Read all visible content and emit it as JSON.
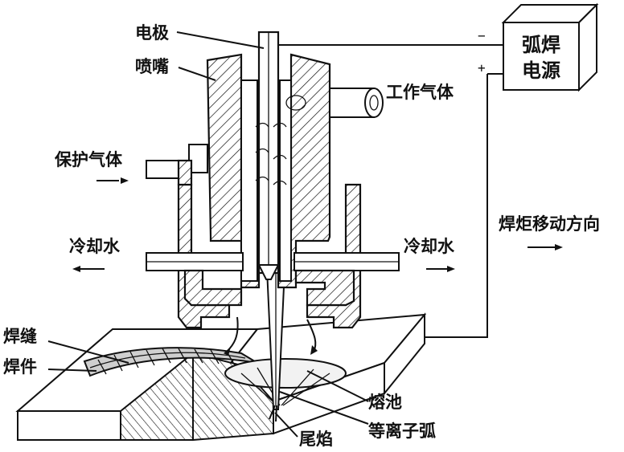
{
  "labels": {
    "electrode": "电极",
    "nozzle": "喷嘴",
    "working_gas": "工作气体",
    "shield_gas": "保护气体",
    "cooling_water_left": "冷却水",
    "cooling_water_right": "冷却水",
    "weld_seam": "焊缝",
    "workpiece": "焊件",
    "tail_flame": "尾焰",
    "weld_pool": "熔池",
    "plasma_arc": "等离子弧",
    "torch_direction": "焊炬移动方向",
    "power_line1": "弧焊",
    "power_line2": "电源",
    "minus": "−",
    "plus": "+"
  },
  "colors": {
    "ink": "#111111",
    "paper": "#ffffff"
  }
}
